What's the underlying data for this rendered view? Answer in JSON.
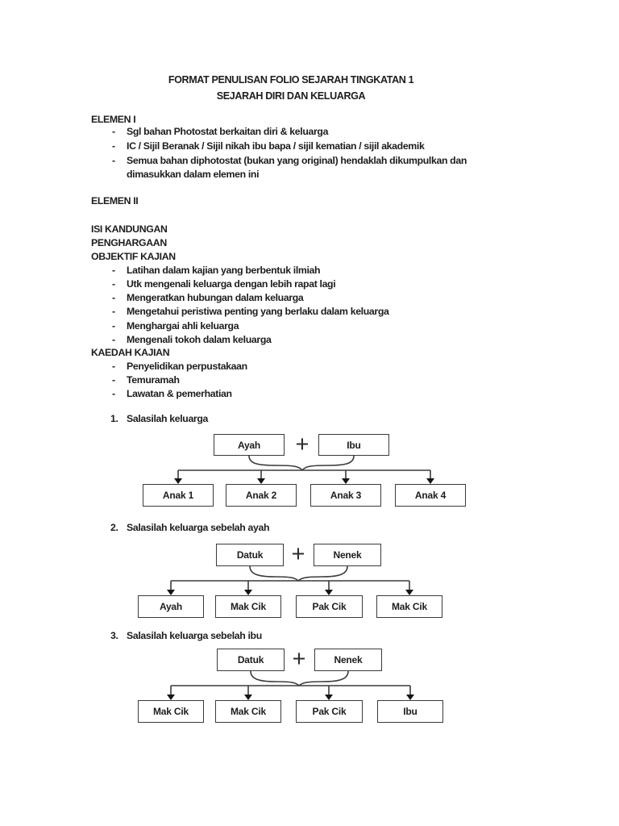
{
  "bullet_marker": "-",
  "plus_symbol": "+",
  "colors": {
    "text": "#1d1d1d",
    "line": "#3a3a3a",
    "background": "#ffffff"
  },
  "title": {
    "line1": "FORMAT PENULISAN FOLIO SEJARAH TINGKATAN 1",
    "line2": "SEJARAH DIRI DAN KELUARGA"
  },
  "sections": [
    {
      "heading": "ELEMEN I",
      "items": [
        "Sgl bahan Photostat berkaitan diri & keluarga",
        "IC / Sijil Beranak / Sijil nikah ibu bapa / sijil kematian / sijil akademik",
        "Semua bahan diphotostat (bukan yang original) hendaklah dikumpulkan dan dimasukkan dalam elemen ini"
      ]
    },
    {
      "heading": "ELEMEN II",
      "items": []
    },
    {
      "heading": "ISI KANDUNGAN",
      "items": []
    },
    {
      "heading": "PENGHARGAAN",
      "items": []
    },
    {
      "heading": "OBJEKTIF KAJIAN",
      "items": [
        "Latihan dalam kajian yang berbentuk ilmiah",
        "Utk mengenali keluarga dengan lebih rapat lagi",
        "Mengeratkan hubungan dalam keluarga",
        "Mengetahui peristiwa penting yang berlaku dalam keluarga",
        "Menghargai ahli keluarga",
        "Mengenali tokoh dalam keluarga"
      ]
    },
    {
      "heading": "KAEDAH KAJIAN",
      "items": [
        "Penyelidikan perpustakaan",
        "Temuramah",
        "Lawatan & pemerhatian"
      ]
    }
  ],
  "diagrams": [
    {
      "number": "1.",
      "caption": "Salasilah keluarga",
      "parents": [
        "Ayah",
        "Ibu"
      ],
      "children": [
        "Anak 1",
        "Anak 2",
        "Anak 3",
        "Anak 4"
      ]
    },
    {
      "number": "2.",
      "caption": "Salasilah keluarga sebelah ayah",
      "parents": [
        "Datuk",
        "Nenek"
      ],
      "children": [
        "Ayah",
        "Mak Cik",
        "Pak Cik",
        "Mak Cik"
      ]
    },
    {
      "number": "3.",
      "caption": "Salasilah keluarga sebelah ibu",
      "parents": [
        "Datuk",
        "Nenek"
      ],
      "children": [
        "Mak Cik",
        "Mak Cik",
        "Pak Cik",
        "Ibu"
      ]
    }
  ]
}
